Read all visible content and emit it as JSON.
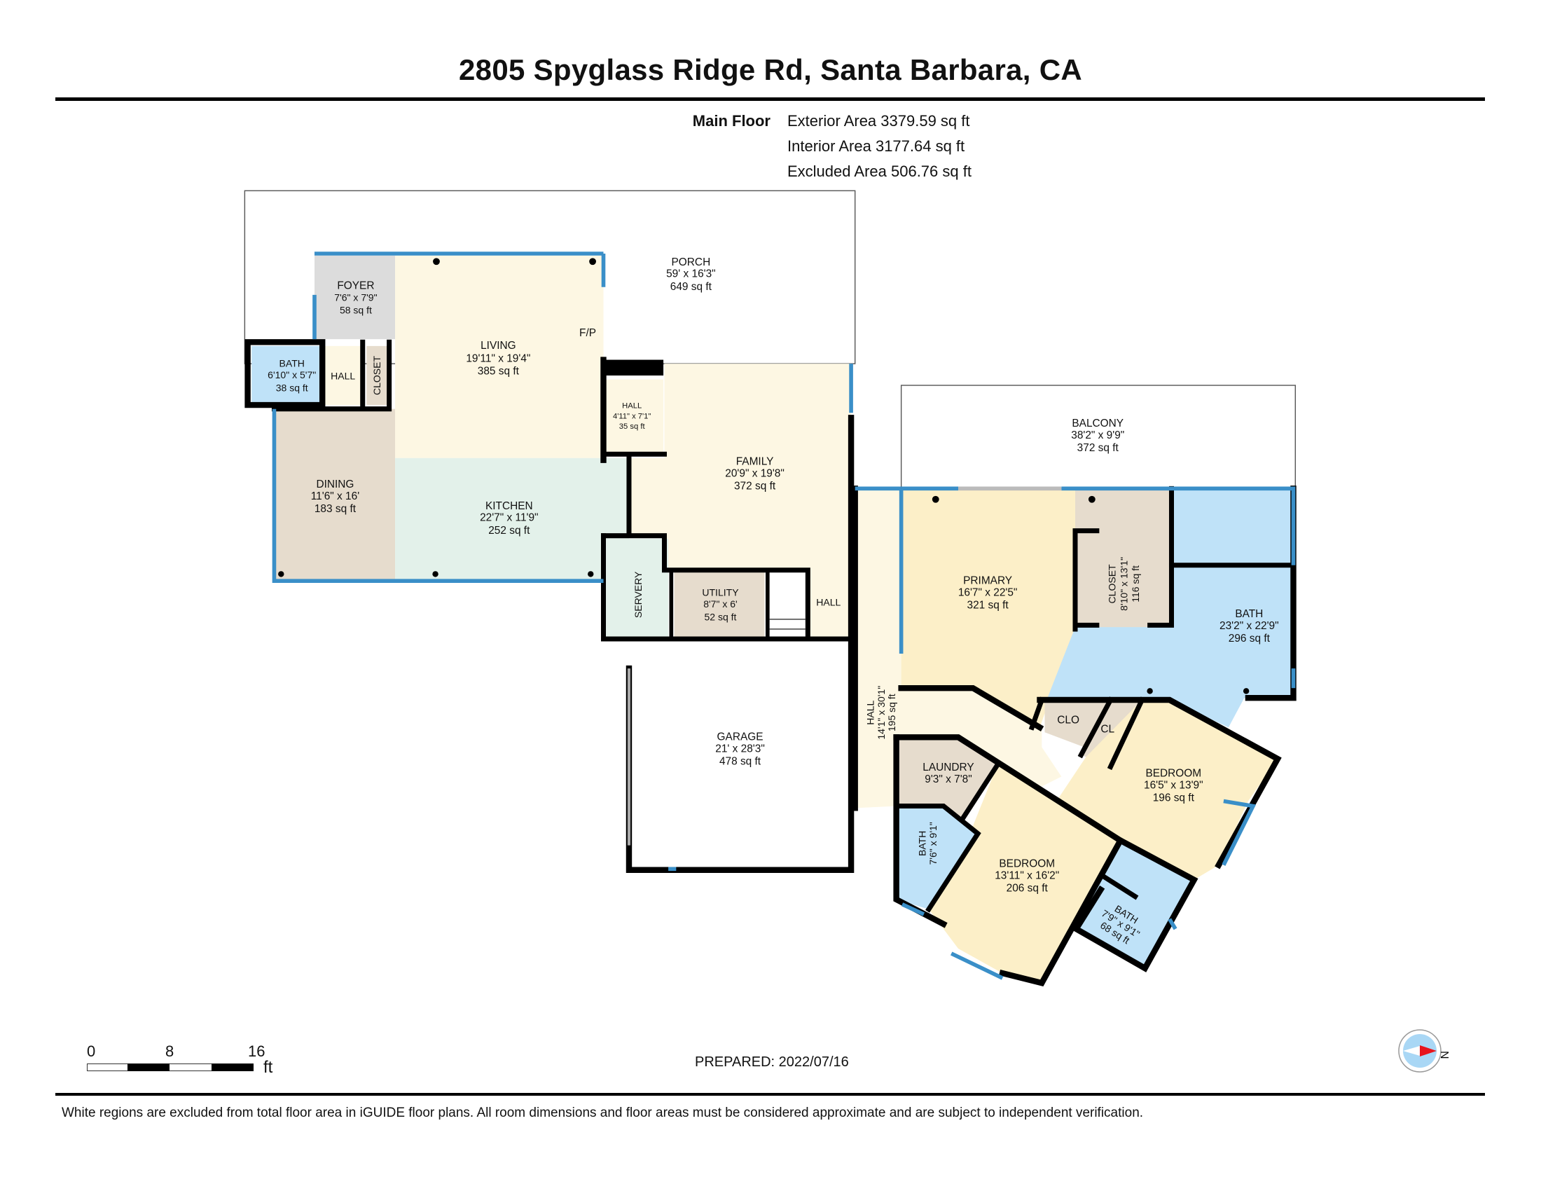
{
  "header": {
    "title": "2805 Spyglass Ridge Rd, Santa Barbara, CA"
  },
  "floor_summary": {
    "floor_label": "Main Floor",
    "exterior_area": "Exterior Area 3379.59 sq ft",
    "interior_area": "Interior Area 3177.64 sq ft",
    "excluded_area": "Excluded Area 506.76 sq ft"
  },
  "rooms": {
    "porch": {
      "name": "PORCH",
      "dims": "59' x 16'3\"",
      "area": "649 sq ft"
    },
    "foyer": {
      "name": "FOYER",
      "dims": "7'6\" x 7'9\"",
      "area": "58 sq ft"
    },
    "living": {
      "name": "LIVING",
      "dims": "19'11\" x 19'4\"",
      "area": "385 sq ft"
    },
    "fireplace": {
      "name": "F/P"
    },
    "bath_1": {
      "name": "BATH",
      "dims": "6'10\" x 5'7\"",
      "area": "38 sq ft"
    },
    "hall_1": {
      "name": "HALL"
    },
    "closet_1": {
      "name": "CLOSET"
    },
    "hall_2": {
      "name": "HALL",
      "dims": "4'11\" x 7'1\"",
      "area": "35 sq ft"
    },
    "dining": {
      "name": "DINING",
      "dims": "11'6\" x 16'",
      "area": "183 sq ft"
    },
    "kitchen": {
      "name": "KITCHEN",
      "dims": "22'7\" x 11'9\"",
      "area": "252 sq ft"
    },
    "family": {
      "name": "FAMILY",
      "dims": "20'9\" x 19'8\"",
      "area": "372 sq ft"
    },
    "servery": {
      "name": "SERVERY"
    },
    "utility": {
      "name": "UTILITY",
      "dims": "8'7\" x 6'",
      "area": "52 sq ft"
    },
    "hall_3": {
      "name": "HALL"
    },
    "garage": {
      "name": "GARAGE",
      "dims": "21' x 28'3\"",
      "area": "478 sq ft"
    },
    "balcony": {
      "name": "BALCONY",
      "dims": "38'2\" x 9'9\"",
      "area": "372 sq ft"
    },
    "primary": {
      "name": "PRIMARY",
      "dims": "16'7\" x 22'5\"",
      "area": "321 sq ft"
    },
    "closet_2": {
      "name": "CLOSET",
      "dims": "8'10\" x 13'1\"",
      "area": "116 sq ft"
    },
    "bath_2": {
      "name": "BATH",
      "dims": "23'2\" x 22'9\"",
      "area": "296 sq ft"
    },
    "hall_4": {
      "name": "HALL",
      "dims": "14'1\" x 30'1\"",
      "area": "195 sq ft"
    },
    "clo": {
      "name": "CLO"
    },
    "cl": {
      "name": "CL"
    },
    "laundry": {
      "name": "LAUNDRY",
      "dims": "9'3\" x 7'8\""
    },
    "bedroom_1": {
      "name": "BEDROOM",
      "dims": "16'5\" x 13'9\"",
      "area": "196 sq ft"
    },
    "bedroom_2": {
      "name": "BEDROOM",
      "dims": "13'11\" x 16'2\"",
      "area": "206 sq ft"
    },
    "bath_3": {
      "name": "BATH",
      "dims": "7'6\" x 9'1\""
    },
    "bath_4": {
      "name": "BATH",
      "dims": "7'9\" x 9'1\"",
      "area": "68 sq ft"
    }
  },
  "scale_bar": {
    "ticks": [
      "0",
      "8",
      "16"
    ],
    "unit": "ft"
  },
  "compass": {
    "direction_label": "N"
  },
  "prepared": "PREPARED: 2022/07/16",
  "footer": {
    "disclaimer": "White regions are excluded from total floor area in iGUIDE floor plans. All room dimensions and floor areas must be considered approximate and are subject to independent verification."
  },
  "colors": {
    "wall": "#000000",
    "window": "#3a8fc8",
    "living": "#fdf7e3",
    "kitchen": "#e3f1ea",
    "dining": "#e6dccd",
    "foyer": "#dcdcdc",
    "bath": "#bfe2f8",
    "bedroom": "#fcefc8",
    "utility": "#e6dccd",
    "compass_red": "#e8141c"
  }
}
